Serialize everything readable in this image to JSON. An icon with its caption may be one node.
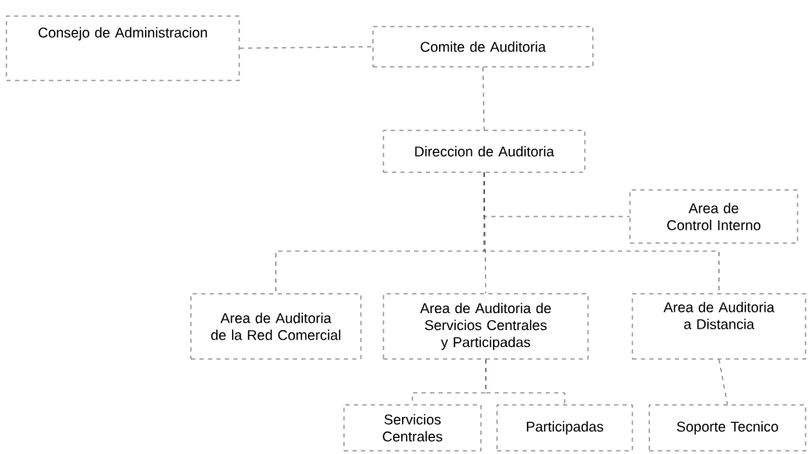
{
  "diagram": {
    "nodes": [
      {
        "text": [
          "Consejo de Administracion"
        ]
      },
      {
        "text": [
          "Comite de Auditoria"
        ]
      },
      {
        "text": [
          "Direccion de Auditoria"
        ]
      },
      {
        "text": [
          "Area de Control Interno"
        ]
      },
      {
        "text": [
          "Area de Auditoria de la Red Comercial"
        ]
      },
      {
        "text": [
          "Area de Auditoria de Servicios Centrales y Participadas"
        ]
      },
      {
        "text": [
          "Area de Auditoria a Distancia"
        ]
      },
      {
        "text": [
          "Servicios Centrales"
        ]
      },
      {
        "text": [
          "Participadas"
        ]
      },
      {
        "text": [
          "Soporte Tecnico"
        ]
      }
    ],
    "edges": [
      {
        "from": 0,
        "to": 1,
        "arrow": "none"
      },
      {
        "from": 1,
        "to": 2,
        "arrow": "none"
      },
      {
        "from": 2,
        "to": 3,
        "arrow": "none"
      },
      {
        "from": 2,
        "to": 4,
        "arrow": "none"
      },
      {
        "from": 2,
        "to": 5,
        "arrow": "none"
      },
      {
        "from": 2,
        "to": 6,
        "arrow": "none"
      },
      {
        "from": 5,
        "to": 7,
        "arrow": "none"
      },
      {
        "from": 5,
        "to": 8,
        "arrow": "none"
      },
      {
        "from": 6,
        "to": 9,
        "arrow": "none"
      }
    ]
  }
}
